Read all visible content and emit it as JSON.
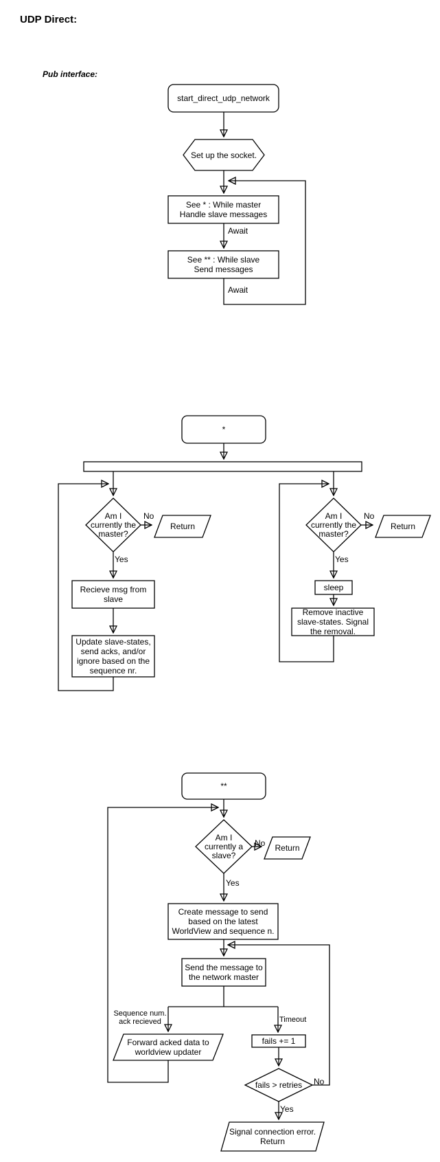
{
  "header": {
    "title": "UDP Direct:",
    "subtitle": "Pub interface:"
  },
  "pub_flow": {
    "start": "start_direct_udp_network",
    "setup_socket": "Set up the socket.",
    "while_master": "See * : While master\nHandle slave messages",
    "await_master": "Await",
    "while_slave": "See ** : While slave\nSend messages",
    "await_slave": "Await"
  },
  "master_flow": {
    "ref_label": "*",
    "receive_branch": {
      "question": "Am I\ncurrently the\nmaster?",
      "no_label": "No",
      "return_node": "Return",
      "yes_label": "Yes",
      "receive_msg": "Recieve msg from\nslave",
      "update_states": "Update slave-states,\nsend acks, and/or\nignore based on the\nsequence nr."
    },
    "timeout_branch": {
      "question": "Am I\ncurrently the\nmaster?",
      "no_label": "No",
      "return_node": "Return",
      "yes_label": "Yes",
      "sleep": "sleep",
      "remove_inactive": "Remove inactive\nslave-states. Signal\nthe removal."
    }
  },
  "slave_flow": {
    "ref_label": "**",
    "question": "Am I\ncurrently a\nslave?",
    "no_label": "No",
    "return_node": "Return",
    "yes_label": "Yes",
    "create_message": "Create message to send\nbased on the latest\nWorldView and sequence n.",
    "send_message": "Send the message to\nthe network master",
    "ack_label": "Sequence num.\nack recieved",
    "forward_acked": "Forward acked data to\nworldview updater",
    "timeout_label": "Timeout",
    "fails_increment": "fails += 1",
    "fails_check": "fails > retries",
    "retry_no_label": "No",
    "retry_yes_label": "Yes",
    "signal_error": "Signal connection error.\nReturn"
  },
  "colors": {
    "stroke": "#000000",
    "text": "#000000",
    "background": "#ffffff"
  }
}
